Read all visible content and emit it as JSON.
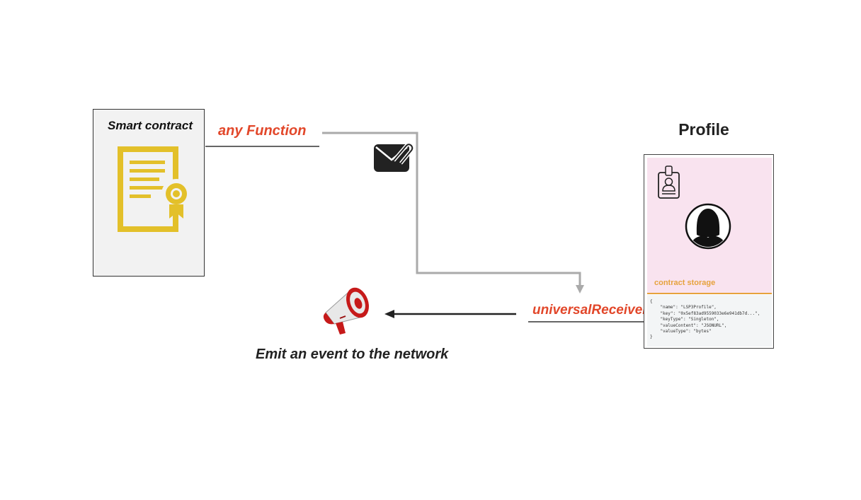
{
  "smart_contract": {
    "title": "Smart contract"
  },
  "call": {
    "function_label": "any Function"
  },
  "receiver": {
    "function_label": "universalReceiver"
  },
  "profile": {
    "title": "Profile",
    "storage_label": "contract storage",
    "code_lines": [
      "{",
      "    \"name\": \"LSP3Profile\",",
      "    \"key\": \"0x5ef83ad9559033e6e941db7d...\",",
      "    \"keyType\": \"Singleton\",",
      "    \"valueContent\": \"JSONURL\",",
      "    \"valueType\": \"bytes\"",
      "}"
    ]
  },
  "event": {
    "label": "Emit an event to the network"
  },
  "icons": {
    "certificate": "certificate-icon",
    "envelope": "envelope-attachment-icon",
    "badge": "id-badge-icon",
    "avatar": "user-avatar-icon",
    "megaphone": "megaphone-icon"
  },
  "colors": {
    "accent_label": "#e2472a",
    "certificate": "#e3c02a",
    "profile_bg": "#f9e3ef",
    "storage_accent": "#e6a23c",
    "connector": "#aaaaaa"
  }
}
